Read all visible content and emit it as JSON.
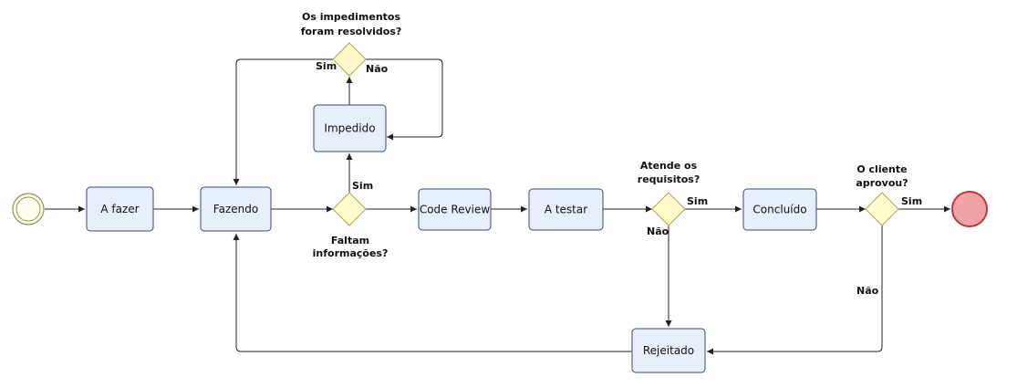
{
  "tasks": {
    "a_fazer": "A fazer",
    "fazendo": "Fazendo",
    "impedido": "Impedido",
    "code_review": "Code Review",
    "a_testar": "A testar",
    "concluido": "Concluído",
    "rejeitado": "Rejeitado"
  },
  "gateways": {
    "impedimentos": {
      "question_line1": "Os impedimentos",
      "question_line2": "foram resolvidos?",
      "yes": "Sim",
      "no": "Não"
    },
    "informacoes": {
      "question_line1": "Faltam",
      "question_line2": "informações?",
      "yes": "Sim"
    },
    "requisitos": {
      "question_line1": "Atende os",
      "question_line2": "requisitos?",
      "yes": "Sim",
      "no": "Não"
    },
    "cliente": {
      "question_line1": "O cliente",
      "question_line2": "aprovou?",
      "yes": "Sim",
      "no": "Não"
    }
  },
  "colors": {
    "task_fill": "#e8eefa",
    "task_stroke": "#3a4a6e",
    "gateway_fill": "#fffccc",
    "start_fill": "#fffdee",
    "end_fill": "#f0a3a6",
    "end_stroke": "#c0373d"
  }
}
